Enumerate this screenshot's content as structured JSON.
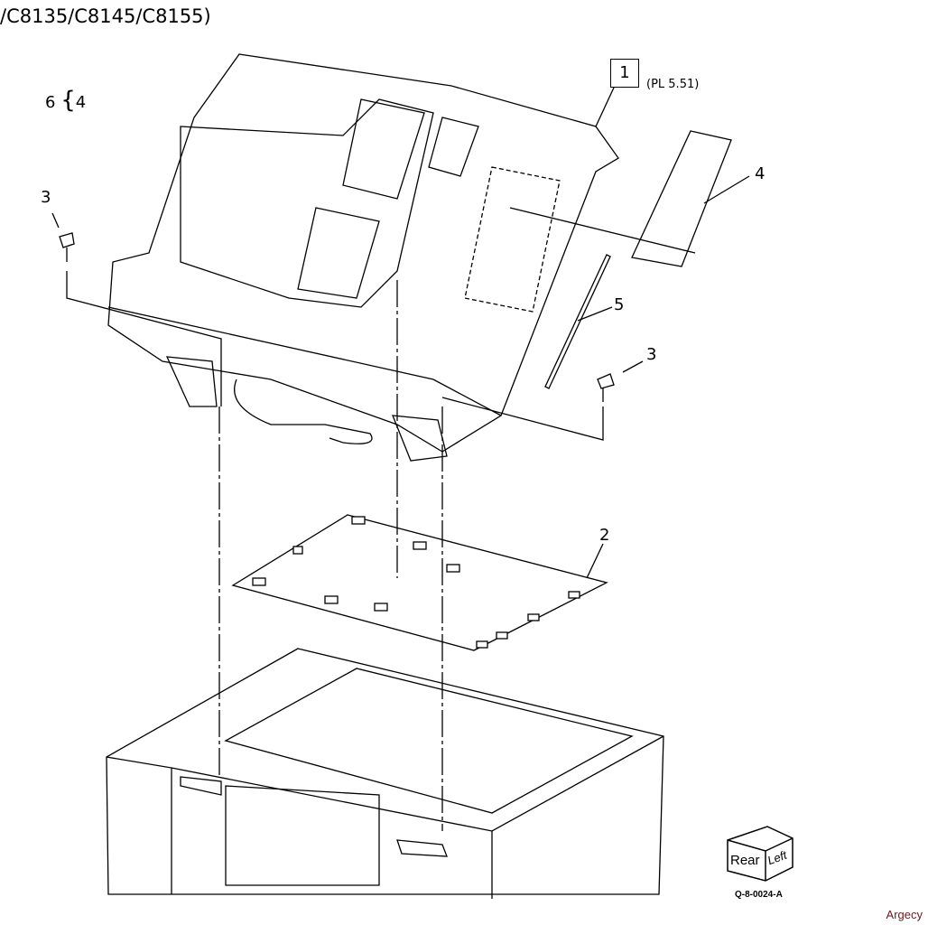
{
  "title": "/C8135/C8145/C8155)",
  "set_label": {
    "parent": "6",
    "brace": "{",
    "child": "4"
  },
  "callouts": {
    "c1": "1",
    "c1_ref": "(PL 5.51)",
    "c2": "2",
    "c3a": "3",
    "c3b": "3",
    "c4": "4",
    "c5": "5"
  },
  "orientation_cube": {
    "rear": "Rear",
    "left": "Left"
  },
  "diagram_code": "Q-8-0024-A",
  "watermark": "Argecy"
}
